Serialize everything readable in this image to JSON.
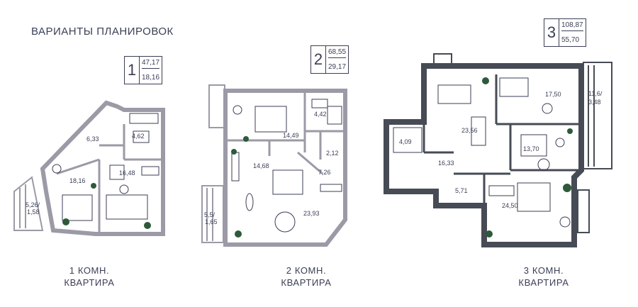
{
  "heading": "ВАРИАНТЫ ПЛАНИРОВОК",
  "plans": [
    {
      "number": "1",
      "total_area": "47,17",
      "living_area": "18,16",
      "caption_line1": "1 КОМН.",
      "caption_line2": "КВАРТИРА",
      "rooms": [
        "6,33",
        "4,62",
        "16,48",
        "18,16",
        "5,26/",
        "1,58"
      ]
    },
    {
      "number": "2",
      "total_area": "68,55",
      "living_area": "29,17",
      "caption_line1": "2 КОМН.",
      "caption_line2": "КВАРТИРА",
      "rooms": [
        "4,42",
        "14,49",
        "2,12",
        "14,68",
        "7,26",
        "23,93",
        "5,5/",
        "1,65"
      ]
    },
    {
      "number": "3",
      "total_area": "108,87",
      "living_area": "55,70",
      "caption_line1": "3 КОМН.",
      "caption_line2": "КВАРТИРА",
      "rooms": [
        "17,50",
        "11,6/",
        "3,48",
        "23,56",
        "13,70",
        "4,09",
        "16,33",
        "5,71",
        "24,50"
      ]
    }
  ],
  "colors": {
    "wall_light": "#9b9aa6",
    "wall_dark": "#464b55",
    "text": "#3a3f55",
    "plant": "#2e5a3a"
  }
}
